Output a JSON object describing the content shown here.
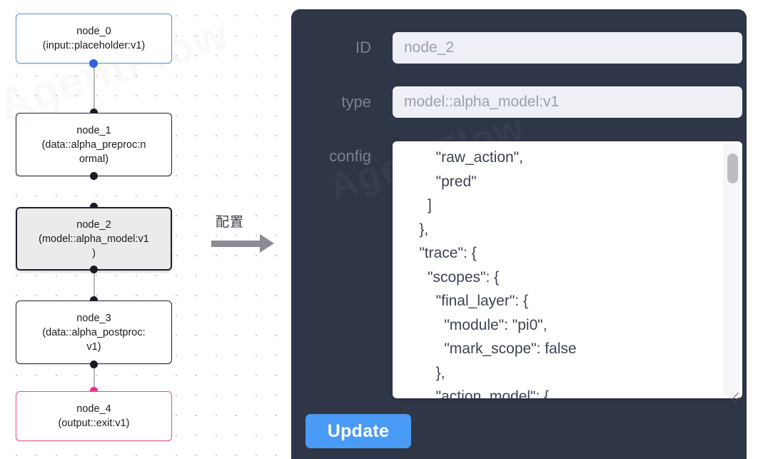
{
  "graph": {
    "watermark": "AgentFlow",
    "nodes": [
      {
        "id": "node_0",
        "type_line": "(input::placeholder:v1)",
        "style": "input",
        "selected": false
      },
      {
        "id": "node_1",
        "type_line": "(data::alpha_preproc:n",
        "type_line2": "ormal)",
        "style": "default",
        "selected": false
      },
      {
        "id": "node_2",
        "type_line": "(model::alpha_model:v1",
        "type_line2": ")",
        "style": "default",
        "selected": true
      },
      {
        "id": "node_3",
        "type_line": "(data::alpha_postproc:",
        "type_line2": "v1)",
        "style": "default",
        "selected": false
      },
      {
        "id": "node_4",
        "type_line": "(output::exit:v1)",
        "style": "output",
        "selected": false
      }
    ],
    "colors": {
      "input_border": "#6b8ed4",
      "default_border": "#1f2430",
      "output_border": "#e05397",
      "selected_fill": "#ebebeb",
      "edge": "#b9b9bd",
      "port": "#1a1a24",
      "port_input": "#2f63d6",
      "port_output": "#ec2d8a",
      "dot_grid": "#c9c9cf"
    }
  },
  "arrow": {
    "label": "配置",
    "color": "#8b8b93"
  },
  "panel": {
    "watermark": "AgentFlow",
    "background": "#2e3648",
    "fields": {
      "id_label": "ID",
      "id_value": "node_2",
      "type_label": "type",
      "type_value": "model::alpha_model:v1",
      "config_label": "config",
      "config_value": "        \"raw_action\",\n        \"pred\"\n      ]\n    },\n    \"trace\": {\n      \"scopes\": {\n        \"final_layer\": {\n          \"module\": \"pi0\",\n          \"mark_scope\": false\n        },\n        \"action_model\": {"
    },
    "update_label": "Update",
    "update_color": "#4a9bf5"
  }
}
